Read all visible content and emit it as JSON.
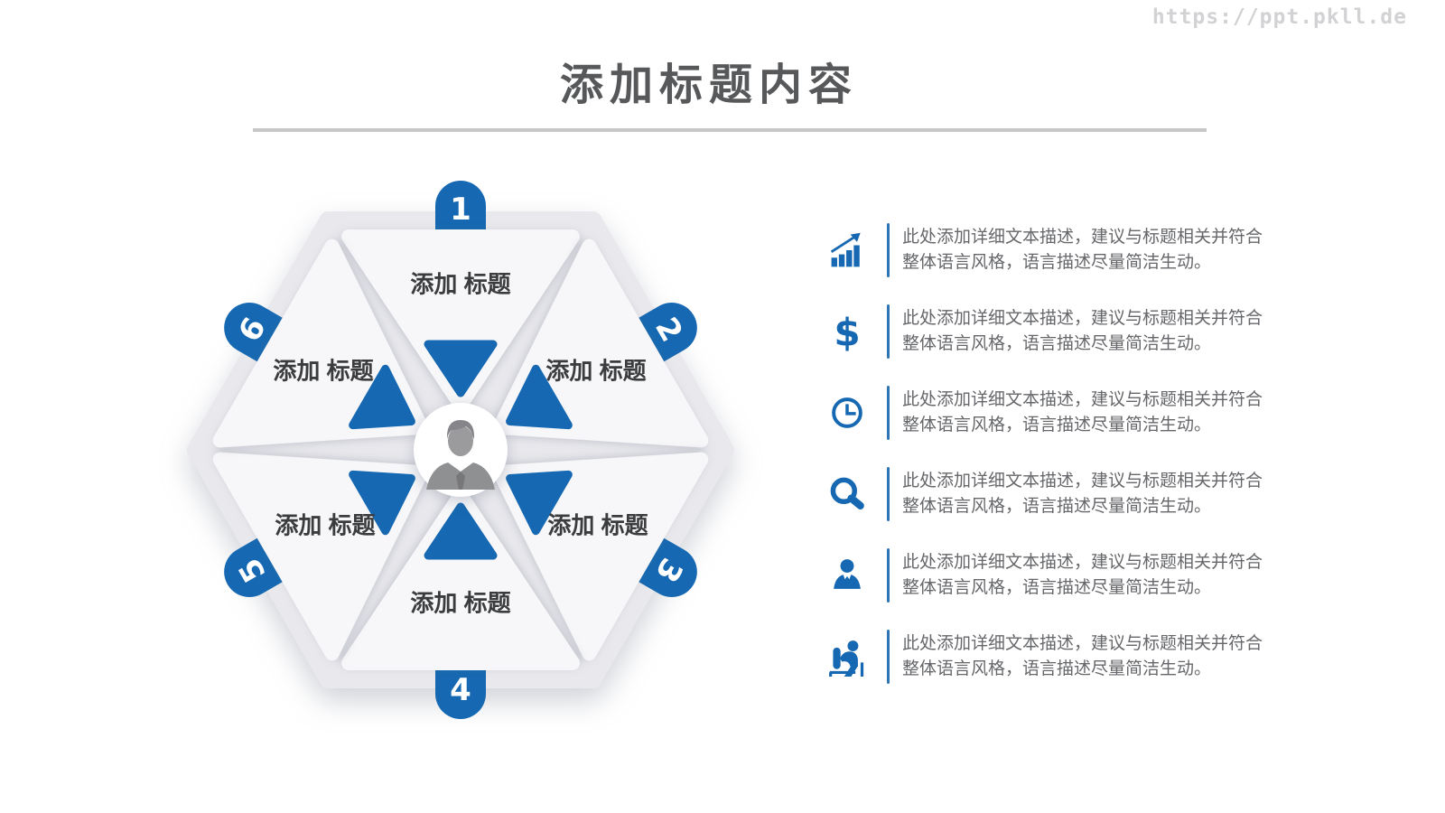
{
  "watermark": "https://ppt.pkll.de",
  "title": "添加标题内容",
  "colors": {
    "accent": "#1568b1",
    "bar_color": "#2e75b6",
    "title_text": "#57585a",
    "label_text": "#3b3c3e",
    "body_text": "#66676a",
    "watermark_color": "#d2d2d5",
    "divider": "#c7c7ca",
    "plate": "#e9e9ed",
    "tile": "#f7f7f9",
    "avatar_gray": "#8f9092"
  },
  "diagram": {
    "center_icon": "businessman-icon",
    "sectors": [
      {
        "num": "1",
        "label1": "添加",
        "label2": "标题"
      },
      {
        "num": "2",
        "label1": "添加",
        "label2": "标题"
      },
      {
        "num": "3",
        "label1": "添加",
        "label2": "标题"
      },
      {
        "num": "4",
        "label1": "添加",
        "label2": "标题"
      },
      {
        "num": "5",
        "label1": "添加",
        "label2": "标题"
      },
      {
        "num": "6",
        "label1": "添加",
        "label2": "标题"
      }
    ]
  },
  "list": {
    "items": [
      {
        "icon": "bar-chart-icon",
        "line1": "此处添加详细文本描述，建议与标题相关并符合",
        "line2": "整体语言风格，语言描述尽量简洁生动。"
      },
      {
        "icon": "dollar-icon",
        "line1": "此处添加详细文本描述，建议与标题相关并符合",
        "line2": "整体语言风格，语言描述尽量简洁生动。"
      },
      {
        "icon": "clock-icon",
        "line1": "此处添加详细文本描述，建议与标题相关并符合",
        "line2": "整体语言风格，语言描述尽量简洁生动。"
      },
      {
        "icon": "search-icon",
        "line1": "此处添加详细文本描述，建议与标题相关并符合",
        "line2": "整体语言风格，语言描述尽量简洁生动。"
      },
      {
        "icon": "businessman-icon",
        "line1": "此处添加详细文本描述，建议与标题相关并符合",
        "line2": "整体语言风格，语言描述尽量简洁生动。"
      },
      {
        "icon": "person-at-desk-icon",
        "line1": "此处添加详细文本描述，建议与标题相关并符合",
        "line2": "整体语言风格，语言描述尽量简洁生动。"
      }
    ]
  }
}
